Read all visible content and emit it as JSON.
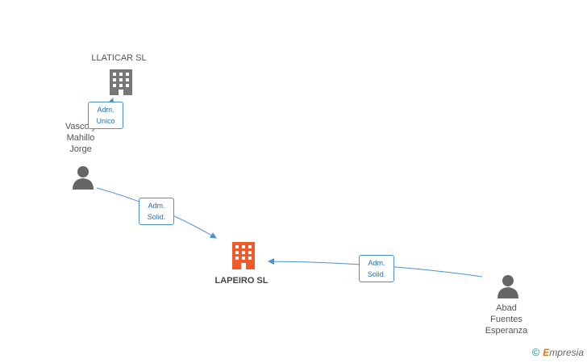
{
  "nodes": {
    "llaticar": {
      "label": "LLATICAR SL"
    },
    "vasco": {
      "label_lines": [
        "Vasco y",
        "Mahillo",
        "Jorge"
      ]
    },
    "lapeiro": {
      "label": "LAPEIRO SL"
    },
    "abad": {
      "label_lines": [
        "Abad",
        "Fuentes",
        "Esperanza"
      ]
    }
  },
  "edges": {
    "vasco_llaticar": {
      "line1": "Adm.",
      "line2": "Unico"
    },
    "vasco_lapeiro": {
      "line1": "Adm.",
      "line2": "Solid."
    },
    "abad_lapeiro": {
      "line1": "Adm.",
      "line2": "Solid."
    }
  },
  "footer": {
    "copyright": "©",
    "brand_initial": "E",
    "brand_rest": "mpresia"
  },
  "colors": {
    "edge": "#4a90d9",
    "company": "#777777",
    "main_company": "#f05a28",
    "person": "#666666"
  }
}
